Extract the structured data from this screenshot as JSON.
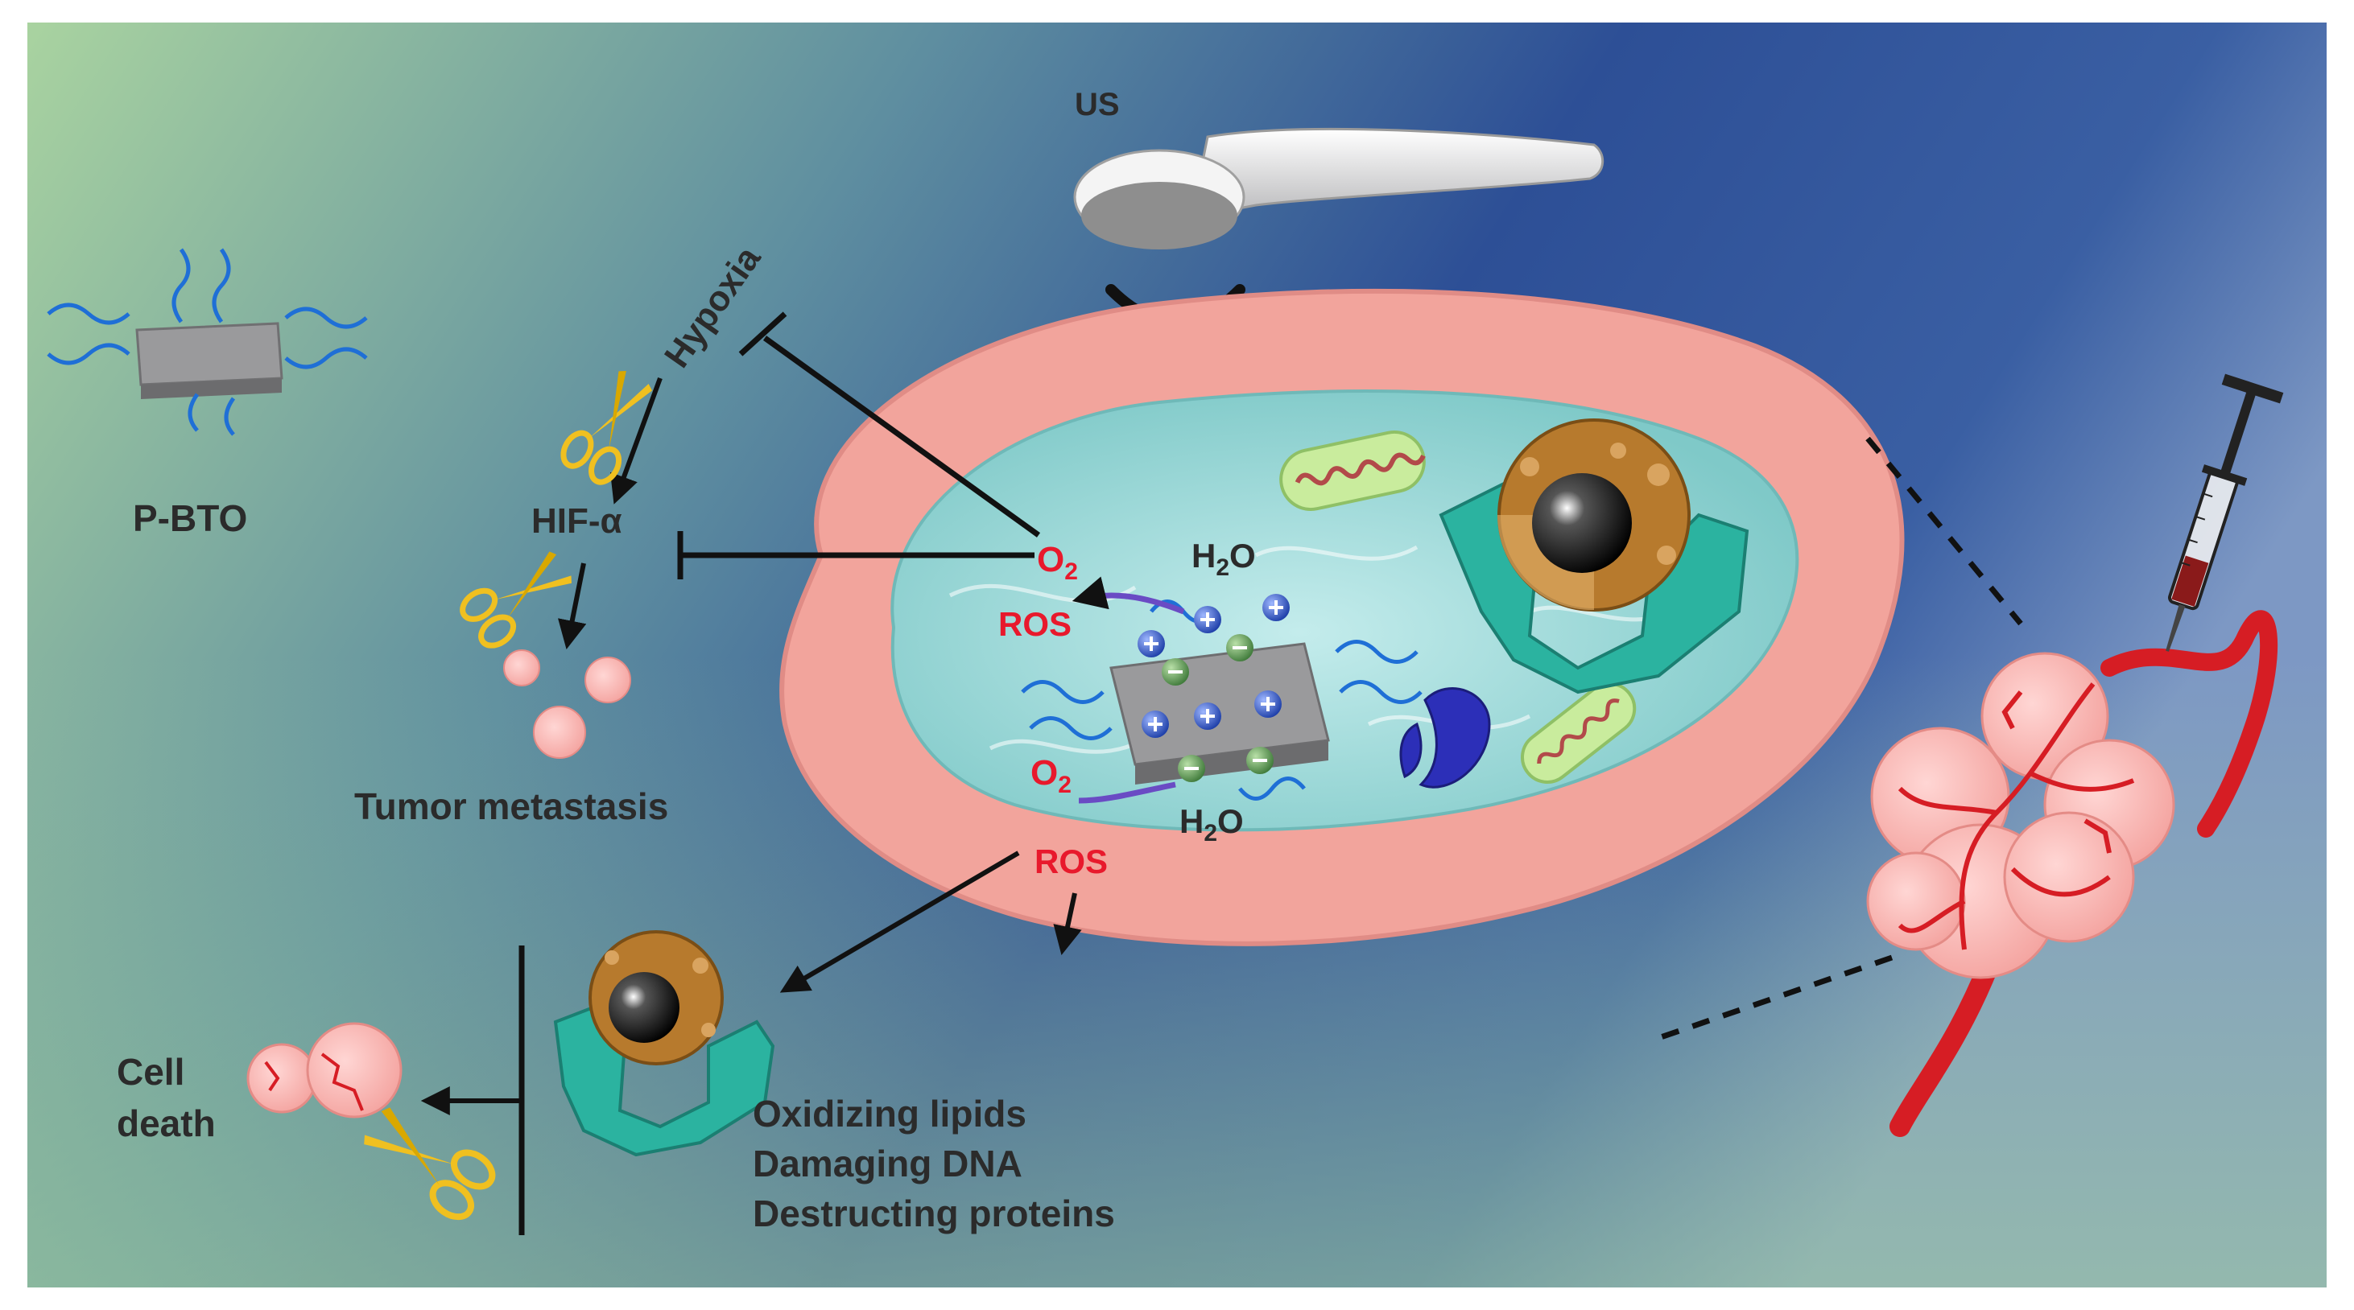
{
  "labels": {
    "us": "US",
    "pbto": "P-BTO",
    "hypoxia": "Hypoxia",
    "hif_alpha": "HIF-α",
    "tumor_metastasis": "Tumor metastasis",
    "o2_main": "O",
    "o2_main_sub": "2",
    "h2o_main_a": "H",
    "h2o_main_sub": "2",
    "h2o_main_b": "O",
    "ros_main": "ROS",
    "o2_lower": "O",
    "o2_lower_sub": "2",
    "h2o_lower_a": "H",
    "h2o_lower_sub": "2",
    "h2o_lower_b": "O",
    "ros_lower": "ROS",
    "cell": "Cell",
    "death": "death",
    "effect_1": "Oxidizing lipids",
    "effect_2": "Damaging DNA",
    "effect_3": "Destructing proteins"
  },
  "colors": {
    "background_left": "#a9d3a0",
    "background_right": "#2e4f96",
    "cell_membrane": "#f2a49c",
    "cytoplasm": "#9fd9d8",
    "nanosheet": "#9a9a9c",
    "polymer": "#1f6fd6",
    "text_red": "#e8192c",
    "text_dark": "#2b2b2b",
    "blood_vessel": "#d61d24",
    "er": "#2bb3a0",
    "nucleus": "#b77a2d",
    "scissors": "#f0c020"
  }
}
